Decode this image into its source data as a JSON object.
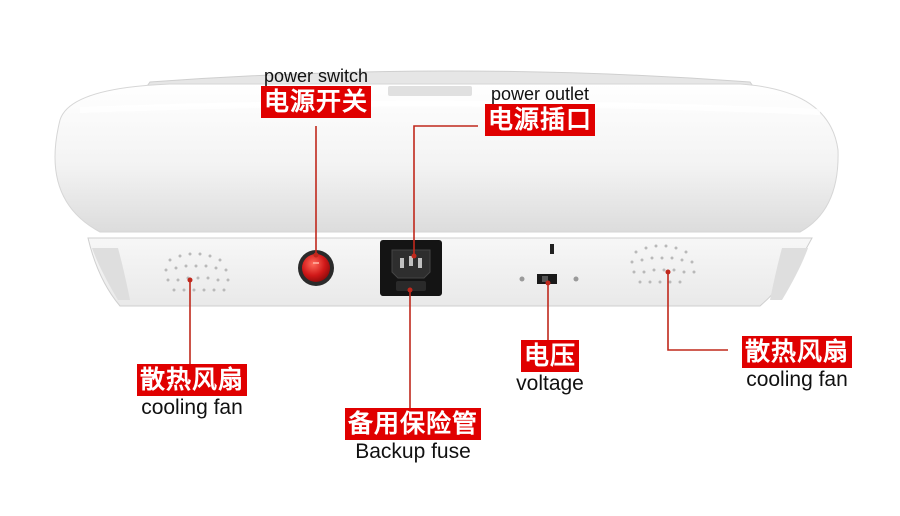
{
  "labels": {
    "power_switch": {
      "zh": "电源开关",
      "en": "power switch"
    },
    "power_outlet": {
      "zh": "电源插口",
      "en": "power outlet"
    },
    "cooling_fan_left": {
      "zh": "散热风扇",
      "en": "cooling fan"
    },
    "cooling_fan_right": {
      "zh": "散热风扇",
      "en": "cooling fan"
    },
    "backup_fuse": {
      "zh": "备用保险管",
      "en": "Backup fuse"
    },
    "voltage": {
      "zh": "电压",
      "en": "voltage"
    }
  },
  "colors": {
    "callout_red": "#e00000",
    "callout_line": "#c0281c",
    "device_body": "#f4f4f4",
    "switch_red": "#d01818"
  }
}
